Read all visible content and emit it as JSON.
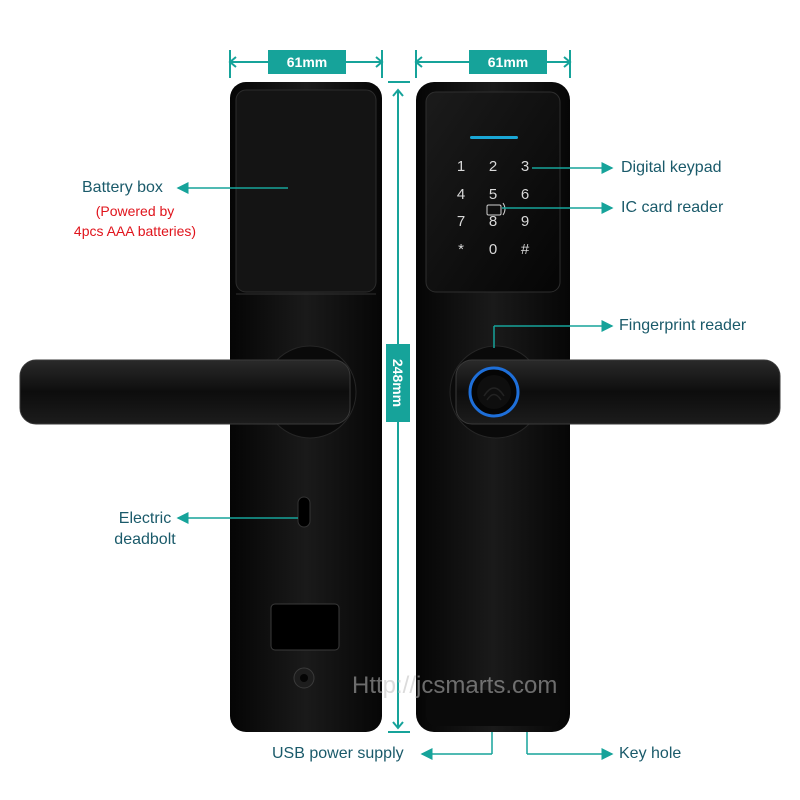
{
  "dimensions": {
    "left_width": "61mm",
    "right_width": "61mm",
    "height": "248mm"
  },
  "callouts": {
    "battery_box": "Battery box",
    "battery_note_line1": "(Powered by",
    "battery_note_line2": "4pcs AAA batteries)",
    "electric_deadbolt_line1": "Electric",
    "electric_deadbolt_line2": "deadbolt",
    "digital_keypad": "Digital keypad",
    "ic_card_reader": "IC card reader",
    "fingerprint_reader": "Fingerprint reader",
    "usb_power_supply": "USB power supply",
    "key_hole": "Key hole"
  },
  "keypad": [
    "1",
    "2",
    "3",
    "4",
    "5",
    "6",
    "7",
    "8",
    "9",
    "*",
    "0",
    "#"
  ],
  "watermark": "Http://jcsmarts.com",
  "colors": {
    "accent": "#16a39a",
    "label_text": "#1a5a6a",
    "note_text": "#e0141c",
    "body": "#0c0c0c",
    "fingerprint_ring": "#1e6fd9"
  }
}
